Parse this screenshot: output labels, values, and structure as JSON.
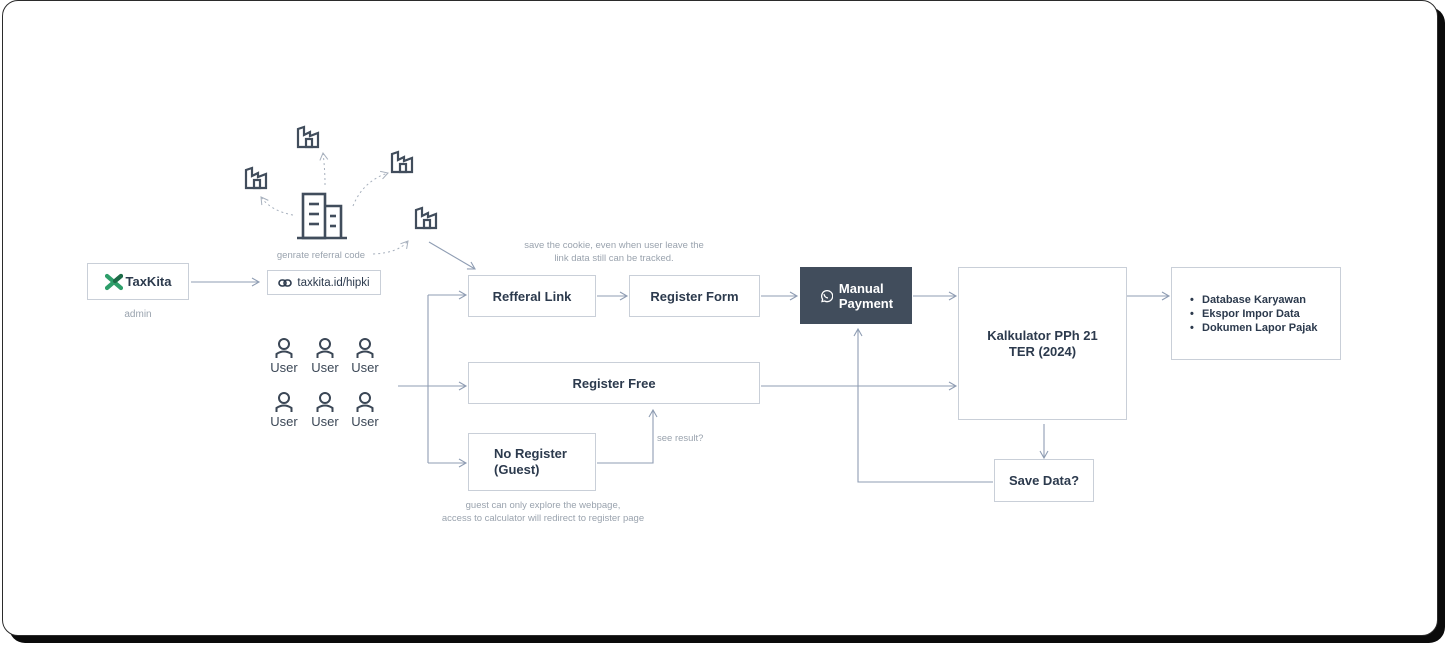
{
  "logo": {
    "brand": "TaxKita",
    "caption": "admin"
  },
  "referral": {
    "note": "genrate referral code",
    "link": "taxkita.id/hipki"
  },
  "users": {
    "label": "User",
    "count": 6
  },
  "nodes": {
    "referral_link": "Refferal Link",
    "register_form": "Register Form",
    "manual_payment_line1": "Manual",
    "manual_payment_line2": "Payment",
    "register_free": "Register Free",
    "guest_line1": "No Register",
    "guest_line2": "(Guest)",
    "calculator_line1": "Kalkulator PPh 21",
    "calculator_line2": "TER (2024)",
    "save_data": "Save Data?"
  },
  "features": [
    "Database Karyawan",
    "Ekspor Impor Data",
    "Dokumen Lapor Pajak"
  ],
  "notes": {
    "cookie_line1": "save the cookie, even when user leave the",
    "cookie_line2": "link data still can be tracked.",
    "see_result": "see result?",
    "guest_line1": "guest can only explore the webpage,",
    "guest_line2": "access to calculator will redirect to register page"
  },
  "colors": {
    "line": "#8f9db3",
    "dark_box": "#414d5c",
    "logo_green": "#2e9e6a",
    "text": "#2c3a4d"
  }
}
